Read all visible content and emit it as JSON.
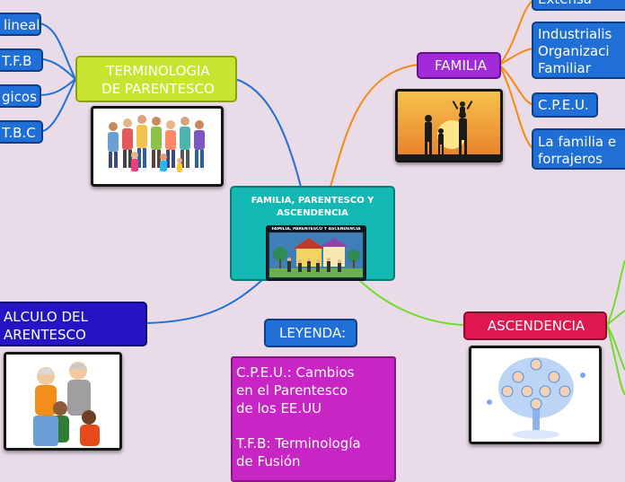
{
  "center": {
    "title_line1": "FAMILIA, PARENTESCO Y",
    "title_line2": "ASCENDENCIA",
    "image_caption": "FAMILIA, PARENTESCO Y ASCENDENCIA"
  },
  "terminologia": {
    "title_line1": "TERMINOLOGIA",
    "title_line2": "DE PARENTESCO",
    "items": [
      "lineal",
      "T.F.B",
      "gicos",
      "T.B.C"
    ]
  },
  "familia": {
    "title": "FAMILIA",
    "items": [
      {
        "line1": "Extensa",
        "line2": "",
        "line3": ""
      },
      {
        "line1": "Industrialis",
        "line2": "Organizaci",
        "line3": "Familiar"
      },
      {
        "line1": "C.P.E.U.",
        "line2": "",
        "line3": ""
      },
      {
        "line1": "La familia e",
        "line2": "forrajeros",
        "line3": ""
      }
    ]
  },
  "calculo": {
    "title_line1": "ALCULO DEL",
    "title_line2": "ARENTESCO"
  },
  "leyenda": {
    "title": "LEYENDA:",
    "line1": "C.P.E.U.: Cambios",
    "line2": "en el Parentesco",
    "line3": "de los EE.UU",
    "line4": "T.F.B: Terminología",
    "line5": "de Fusión"
  },
  "ascendencia": {
    "title": "ASCENDENCIA"
  },
  "colors": {
    "background": "#e9dbe8",
    "blue": "#1f6fd6",
    "teal": "#13b8b3",
    "lime": "#c7e530",
    "purple": "#a22ad8",
    "orange": "#f48a14",
    "red": "#e0164f",
    "navy": "#2414c4",
    "magenta": "#c826c4",
    "green_link": "#6fdc2a"
  }
}
